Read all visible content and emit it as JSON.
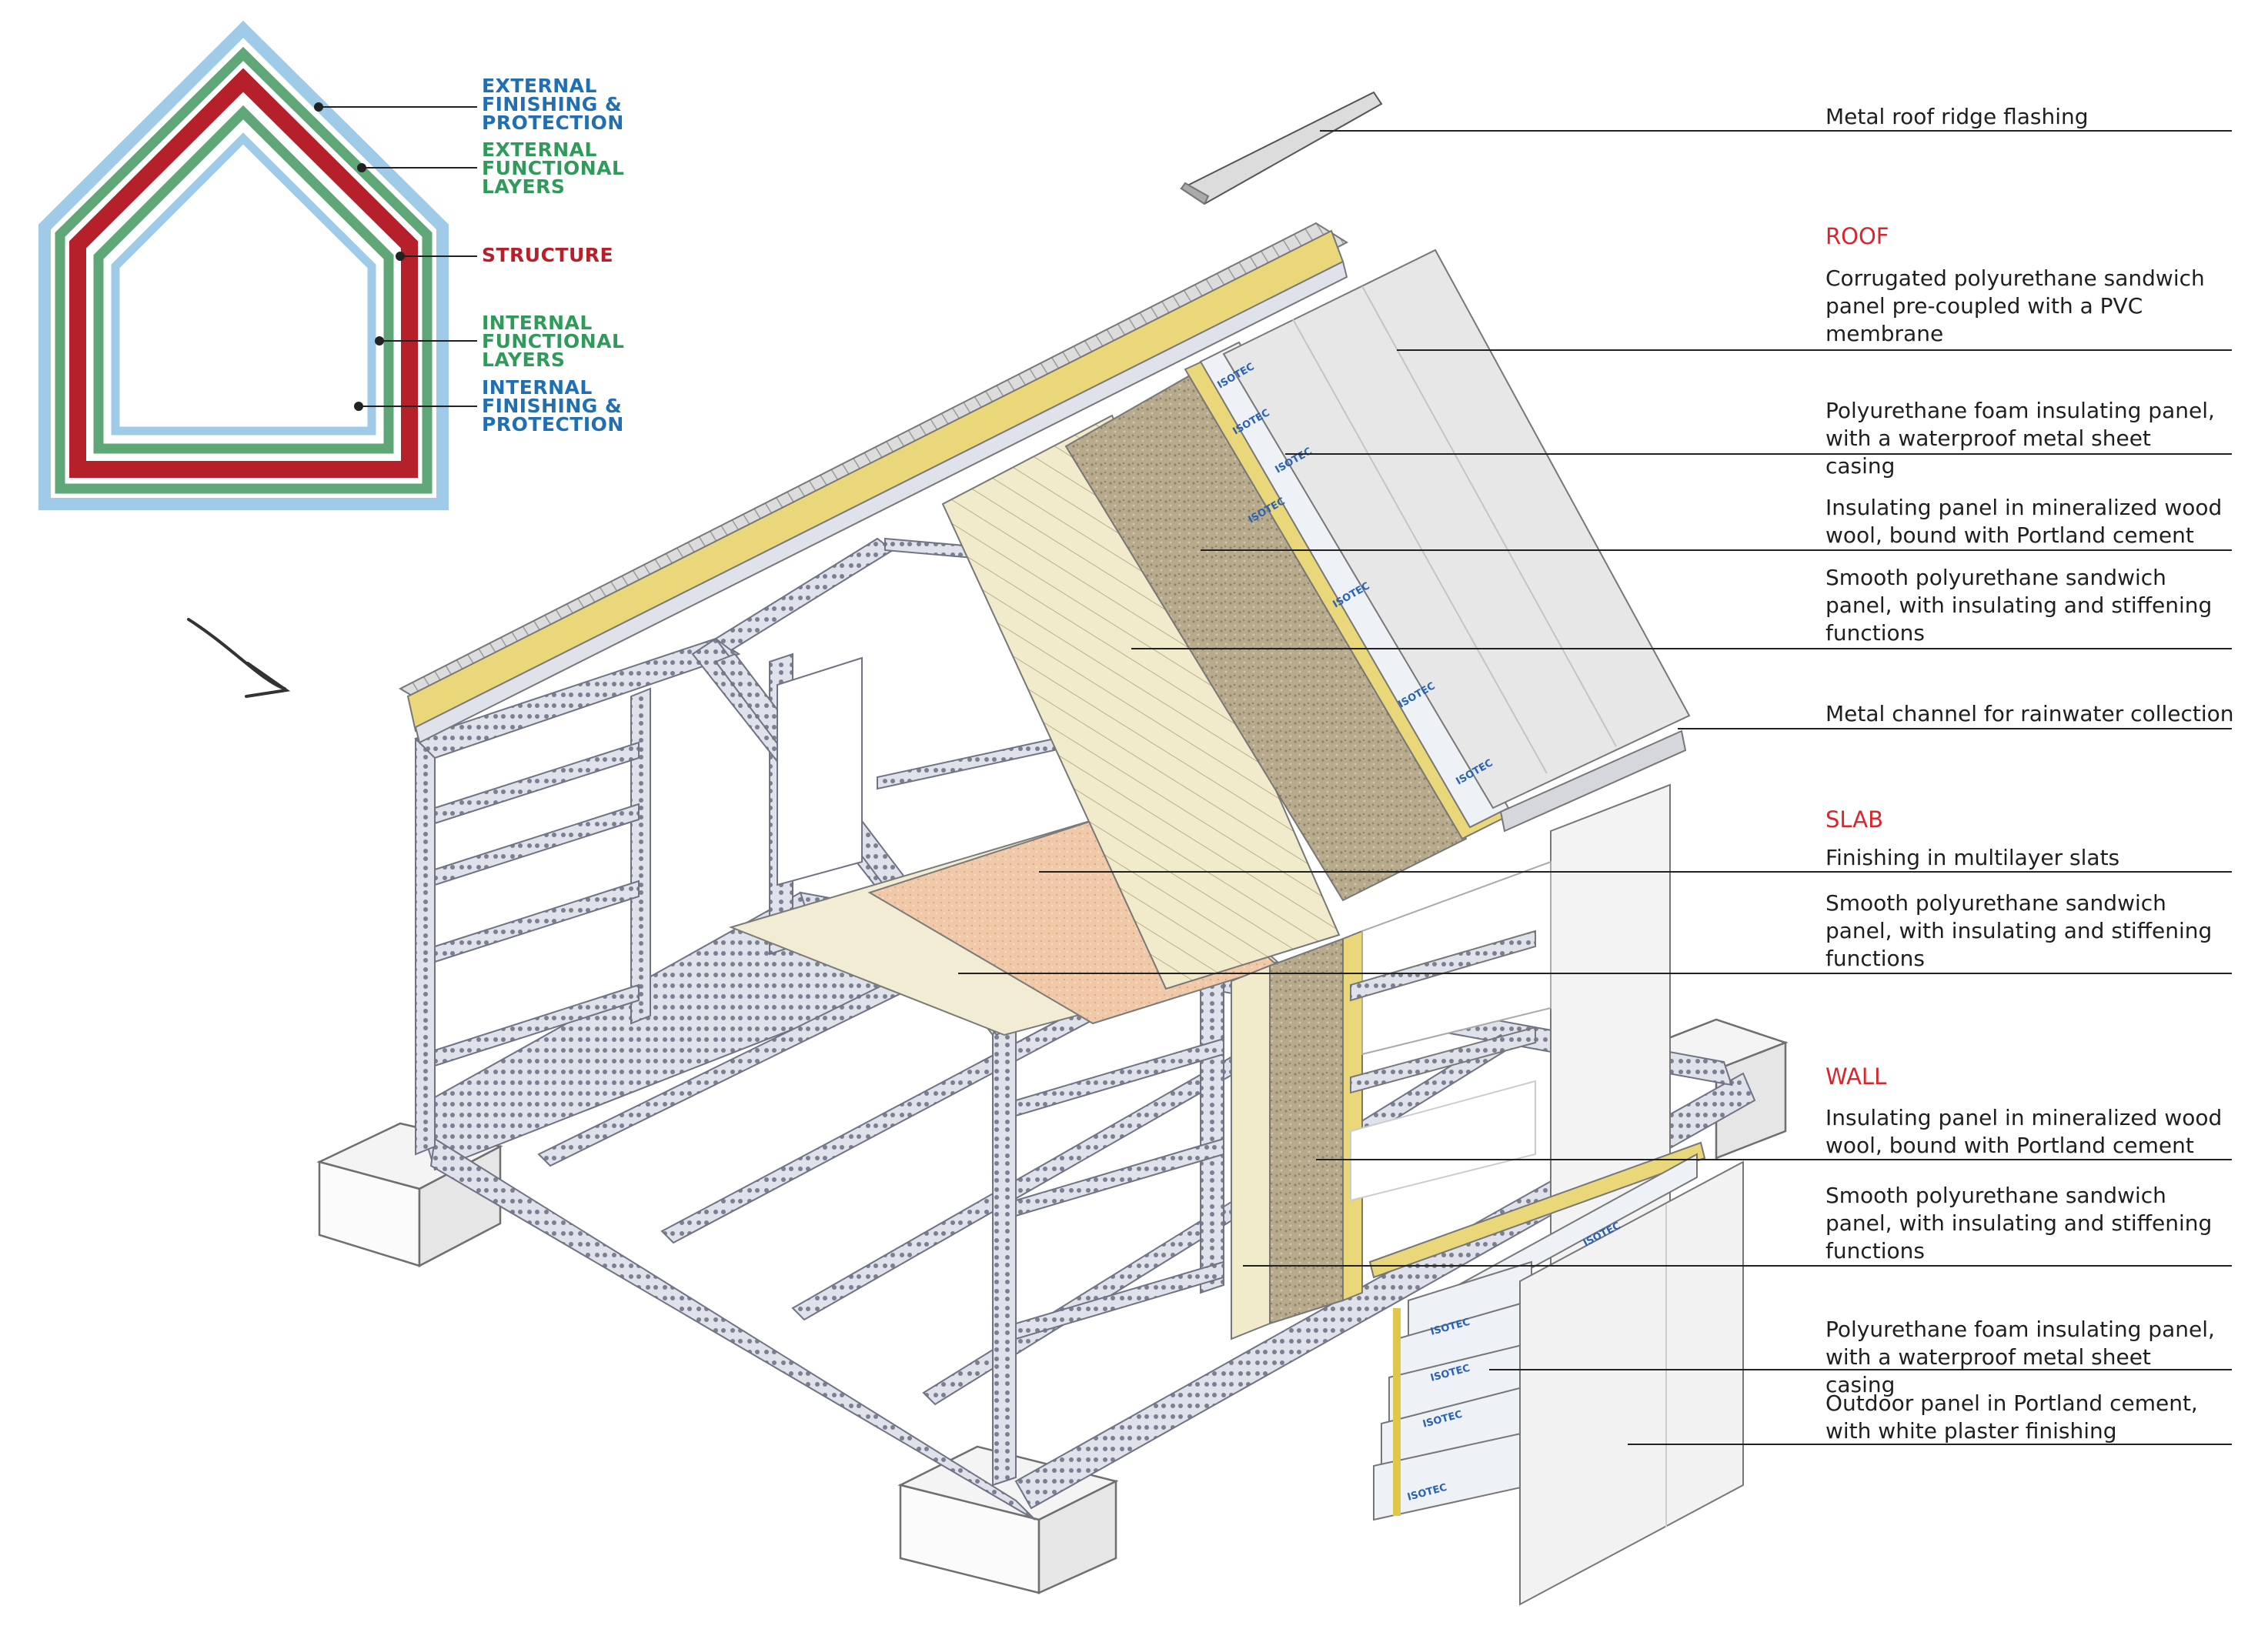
{
  "legend": {
    "items": [
      {
        "label": "EXTERNAL FINISHING & PROTECTION",
        "color": "#1f6fb2"
      },
      {
        "label": "EXTERNAL FUNCTIONAL LAYERS",
        "color": "#2f9a5a"
      },
      {
        "label": "STRUCTURE",
        "color": "#b5202a"
      },
      {
        "label": "INTERNAL FUNCTIONAL LAYERS",
        "color": "#2f9a5a"
      },
      {
        "label": "INTERNAL FINISHING & PROTECTION",
        "color": "#1f6fb2"
      }
    ],
    "ring_colors": {
      "outer_blue": "#9fcbe9",
      "green": "#5fa777",
      "red": "#b5202a",
      "inner_blue": "#9fcbe9"
    }
  },
  "callouts": {
    "ridge": "Metal roof ridge flashing",
    "roof_heading": "ROOF",
    "roof_1": "Corrugated polyurethane sandwich panel pre-coupled with a PVC membrane",
    "roof_2": "Polyurethane foam insulating panel, with a waterproof metal sheet casing",
    "roof_3": "Insulating panel in mineralized wood wool, bound with Portland cement",
    "roof_4": "Smooth polyurethane sandwich panel, with insulating and stiffening functions",
    "channel": "Metal channel for rainwater collection",
    "slab_heading": "SLAB",
    "slab_1": "Finishing in multilayer slats",
    "slab_2": "Smooth polyurethane sandwich panel, with insulating and stiffening functions",
    "wall_heading": "WALL",
    "wall_1": "Insulating panel in mineralized wood wool, bound with Portland cement",
    "wall_2": "Smooth polyurethane sandwich panel, with insulating and stiffening functions",
    "wall_3": "Polyurethane foam insulating panel, with a waterproof metal sheet casing",
    "wall_4": "Outdoor panel in Portland cement, with white plaster finishing"
  },
  "panel_brand": "ISOTEC",
  "colors": {
    "accent_red": "#d9262c",
    "steel": "#dfe2ea",
    "steel_stroke": "#6f7383",
    "wood_wool": "#b8ab8d",
    "yellow_insulation": "#e9d779",
    "sandwich_panel": "#f1ebcc",
    "slab_finish": "#f0c9a8",
    "cement_panel": "#f2f2f2",
    "roof_panel": "#e3e3e3",
    "isotec_blue": "#2a62b5"
  }
}
